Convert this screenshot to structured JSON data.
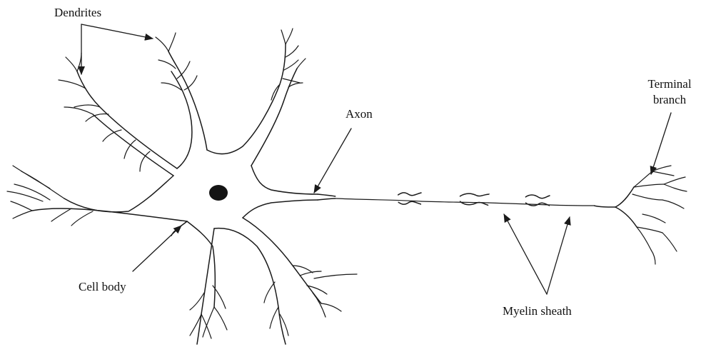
{
  "labels": {
    "dendrites": "Dendrites",
    "axon": "Axon",
    "terminal_branch_line1": "Terminal",
    "terminal_branch_line2": "branch",
    "cell_body": "Cell body",
    "myelin_sheath": "Myelin sheath"
  }
}
